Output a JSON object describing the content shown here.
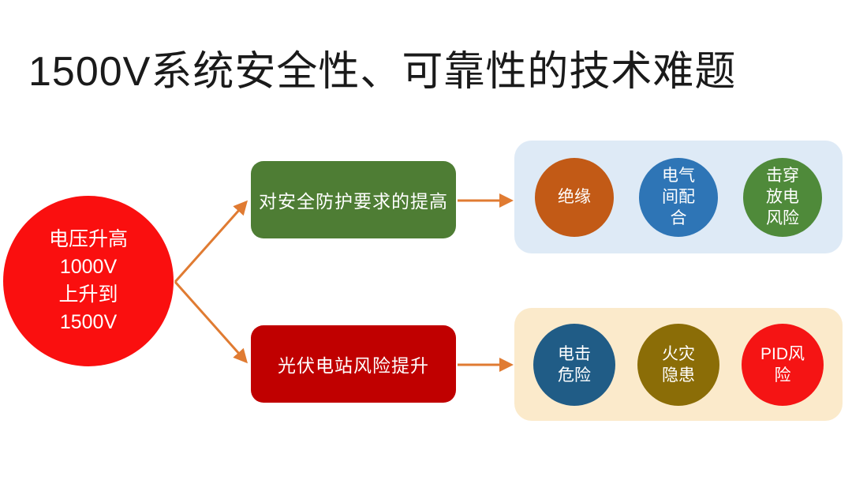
{
  "title": "1500V系统安全性、可靠性的技术难题",
  "source": {
    "label_lines": [
      "电压升高",
      "1000V",
      "上升到",
      "1500V"
    ],
    "color": "#FA0F0F"
  },
  "branches": [
    {
      "box_label": "对安全防护要求的提高",
      "box_color": "#4E7D34",
      "panel_color": "#DEEAF6",
      "items": [
        {
          "label_lines": [
            "绝缘"
          ],
          "color": "#C25A16"
        },
        {
          "label_lines": [
            "电气",
            "间配",
            "合"
          ],
          "color": "#2E75B6"
        },
        {
          "label_lines": [
            "击穿",
            "放电",
            "风险"
          ],
          "color": "#4F8A3A"
        }
      ]
    },
    {
      "box_label": "光伏电站风险提升",
      "box_color": "#C00000",
      "panel_color": "#FBEACB",
      "items": [
        {
          "label_lines": [
            "电击",
            "危险"
          ],
          "color": "#205C86"
        },
        {
          "label_lines": [
            "火灾",
            "隐患"
          ],
          "color": "#8B6D07"
        },
        {
          "label_lines": [
            "PID风",
            "险"
          ],
          "color": "#F51414"
        }
      ]
    }
  ],
  "connectors": {
    "color": "#E07B32",
    "count": 4
  }
}
